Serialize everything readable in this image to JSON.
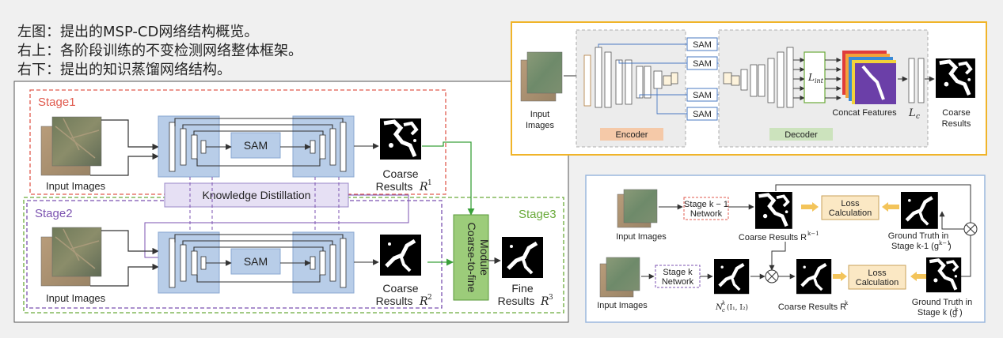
{
  "caption": {
    "line1": "左图：提出的MSP-CD网络结构概览。",
    "line2": "右上：各阶段训练的不变检测网络整体框架。",
    "line3": "右下：提出的知识蒸馏网络结构。"
  },
  "left": {
    "stage1_label": "Stage1",
    "stage2_label": "Stage2",
    "stage3_label": "Stage3",
    "input_images_1": "Input Images",
    "input_images_2": "Input Images",
    "sam_1": "SAM",
    "sam_2": "SAM",
    "knowledge_distillation": "Knowledge Distillation",
    "coarse_1": "Coarse",
    "results_1": "Results",
    "r1": "R",
    "r1_sup": "1",
    "coarse_2": "Coarse",
    "results_2": "Results",
    "r2": "R",
    "r2_sup": "2",
    "coarse_to_fine": "Coarse-to-fine",
    "module": "Module",
    "fine": "Fine",
    "fine_results": "Results",
    "r3": "R",
    "r3_sup": "3"
  },
  "top_right": {
    "input": "Input",
    "images": "Images",
    "sam_labels": [
      "SAM",
      "SAM",
      "SAM",
      "SAM"
    ],
    "encoder": "Encoder",
    "decoder": "Decoder",
    "l_int": "L",
    "l_int_sub": "int",
    "concat_features": "Concat Features",
    "l_c": "L",
    "l_c_sub": "c",
    "coarse": "Coarse",
    "results": "Results"
  },
  "bottom_right": {
    "input_images_top": "Input Images",
    "stage_k1_line1": "Stage k − 1",
    "stage_k1_line2": "Network",
    "coarse_results_k1": "Coarse Results R",
    "coarse_results_k1_sup": "k−1",
    "loss_calc_1_line1": "Loss",
    "loss_calc_1_line2": "Calculation",
    "gt_top_line1": "Ground Truth in",
    "gt_top_line2": "Stage k-1 (g",
    "gt_top_sup": "k−1",
    "gt_top_close": ")",
    "input_images_bottom": "Input Images",
    "stage_k_line1": "Stage k",
    "stage_k_line2": "Network",
    "nk_label": "N",
    "nk_sup": "k",
    "nk_sub": "c",
    "nk_args": "(I₁, I₂)",
    "coarse_results_k": "Coarse Results R",
    "coarse_results_k_sup": "k",
    "loss_calc_2_line1": "Loss",
    "loss_calc_2_line2": "Calculation",
    "gt_bottom_line1": "Ground Truth in",
    "gt_bottom_line2": "Stage k (g",
    "gt_bottom_sup": "k",
    "gt_bottom_close": ")"
  },
  "colors": {
    "stage1": "#e05a4e",
    "stage2": "#7b52b0",
    "stage3": "#6aaa3a",
    "block_fill": "#b8cde8",
    "kd_fill": "#e6e0f4",
    "ctf_fill": "#9ccc7a",
    "encoder_tag": "#f5c9a8",
    "decoder_tag": "#c9e2b8",
    "loss_fill": "#fbe8c4",
    "top_right_border": "#f0b429",
    "bottom_right_border": "#9ab7de"
  }
}
